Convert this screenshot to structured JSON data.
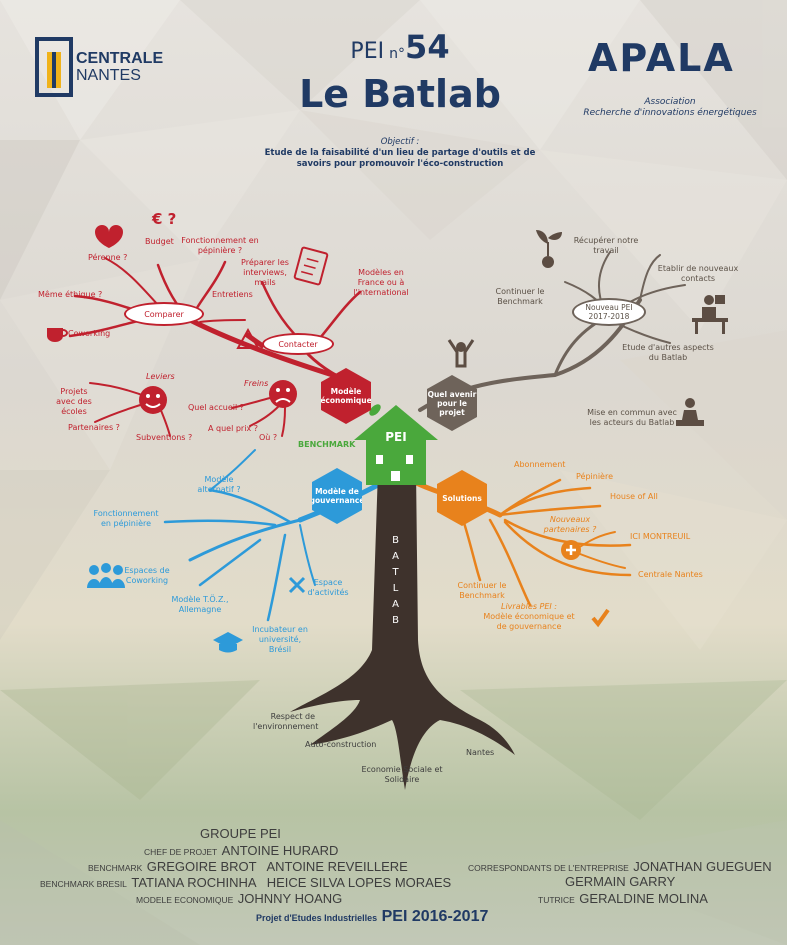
{
  "header": {
    "logo_left_line1": "CENTRALE",
    "logo_left_line2": "NANTES",
    "pei_prefix": "PEI",
    "pei_no": "n°",
    "pei_number": "54",
    "title": "Le Batlab",
    "logo_right": "APALA",
    "association_line1": "Association",
    "association_line2": "Recherche d'innovations énergétiques",
    "objective_label": "Objectif :",
    "objective_line1": "Etude de la faisabilité d'un lieu de partage d'outils et de",
    "objective_line2": "savoirs pour promouvoir l'éco-construction"
  },
  "tree": {
    "trunk_letters": [
      "B",
      "A",
      "T",
      "L",
      "A",
      "B"
    ],
    "pei_label": "PEI",
    "benchmark_label": "BENCHMARK"
  },
  "nodes": {
    "modele_economique": "Modèle économique",
    "quel_avenir": "Quel avenir pour le projet",
    "modele_gouvernance": "Modèle de gouvernance",
    "solutions": "Solutions",
    "comparer": "Comparer",
    "contacter": "Contacter",
    "nouveau_pei": "Nouveau PEI 2017-2018"
  },
  "labels_red": {
    "budget": "Budget",
    "euro": "€ ?",
    "perenne": "Pérenne ?",
    "fonctionnement_pepiniere": "Fonctionnement en pépinière ?",
    "meme_ethique": "Même éthique ?",
    "coworking": "Coworking",
    "entretiens": "Entretiens",
    "preparer": "Préparer les interviews, mails",
    "modeles_france": "Modèles en France ou à l'international",
    "leviers": "Leviers",
    "projets_ecoles": "Projets avec des écoles",
    "partenaires": "Partenaires ?",
    "subventions": "Subventions ?",
    "freins": "Freins",
    "quel_accueil": "Quel accueil ?",
    "a_quel_prix": "A quel prix ?",
    "ou": "Où ?"
  },
  "labels_gray": {
    "recuperer": "Récupérer notre travail",
    "etablir": "Etablir de nouveaux contacts",
    "continuer_benchmark": "Continuer le Benchmark",
    "etude_aspects": "Etude d'autres aspects du Batlab",
    "mise_en_commun": "Mise en commun avec les acteurs du Batlab"
  },
  "labels_blue": {
    "modele_alternatif": "Modèle alternatif ?",
    "fonctionnement_pepiniere": "Fonctionnement en pépinière",
    "espaces_coworking": "Espaces de Coworking",
    "modele_toz": "Modèle T.Ö.Z., Allemagne",
    "espace_activites": "Espace d'activités",
    "incubateur": "Incubateur en université, Brésil"
  },
  "labels_orange": {
    "abonnement": "Abonnement",
    "pepiniere": "Pépinière",
    "house_of_all": "House of All",
    "nouveaux_partenaires": "Nouveaux partenaires ?",
    "ici_montreuil": "ICI MONTREUIL",
    "centrale_nantes": "Centrale Nantes",
    "continuer_benchmark": "Continuer le Benchmark",
    "livrables_label": "Livrables PEI :",
    "livrables_text": "Modèle économique et de gouvernance"
  },
  "roots": {
    "respect": "Respect de l'environnement",
    "auto_construction": "Auto-construction",
    "nantes": "Nantes",
    "economie": "Economie Sociale et Solidaire"
  },
  "team": {
    "groupe": "GROUPE PEI",
    "chef_role": "CHEF DE PROJET",
    "chef_name": "ANTOINE HURARD",
    "benchmark_role": "BENCHMARK",
    "benchmark_names": "GREGOIRE BROT   ANTOINE REVEILLERE",
    "benchmark_bresil_role": "BENCHMARK BRESIL",
    "benchmark_bresil_names": "TATIANA ROCHINHA   HEICE SILVA LOPES MORAES",
    "modele_role": "MODELE ECONOMIQUE",
    "modele_name": "JOHNNY HOANG",
    "correspondants_role": "CORRESPONDANTS DE L'ENTREPRISE",
    "correspondants_name1": "JONATHAN GUEGUEN",
    "correspondants_name2": "GERMAIN GARRY",
    "tutrice_role": "TUTRICE",
    "tutrice_name": "GERALDINE MOLINA",
    "footer_label": "Projet d'Etudes Industrielles",
    "footer_title": "PEI 2016-2017"
  },
  "colors": {
    "red": "#c0212e",
    "blue": "#2d9ad9",
    "orange": "#e8821c",
    "gray": "#6e635a",
    "green": "#4aa83c",
    "trunk": "#3e322c",
    "navy": "#203a64"
  }
}
